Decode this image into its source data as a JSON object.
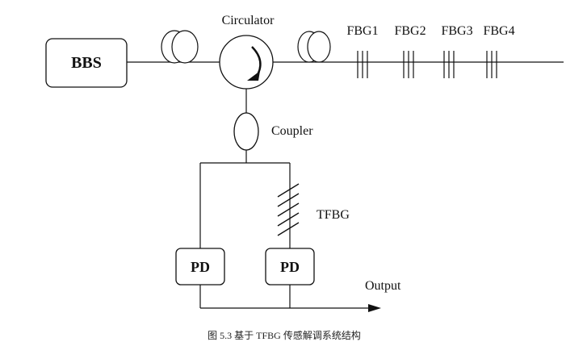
{
  "diagram": {
    "source_label": "BBS",
    "circulator_label": "Circulator",
    "fbg_labels": [
      "FBG1",
      "FBG2",
      "FBG3",
      "FBG4"
    ],
    "coupler_label": "Coupler",
    "tfbg_label": "TFBG",
    "pd_left_label": "PD",
    "pd_right_label": "PD",
    "output_label": "Output",
    "caption": "图 5.3  基于 TFBG 传感解调系统结构",
    "colors": {
      "stroke": "#111111",
      "background": "#ffffff"
    }
  }
}
